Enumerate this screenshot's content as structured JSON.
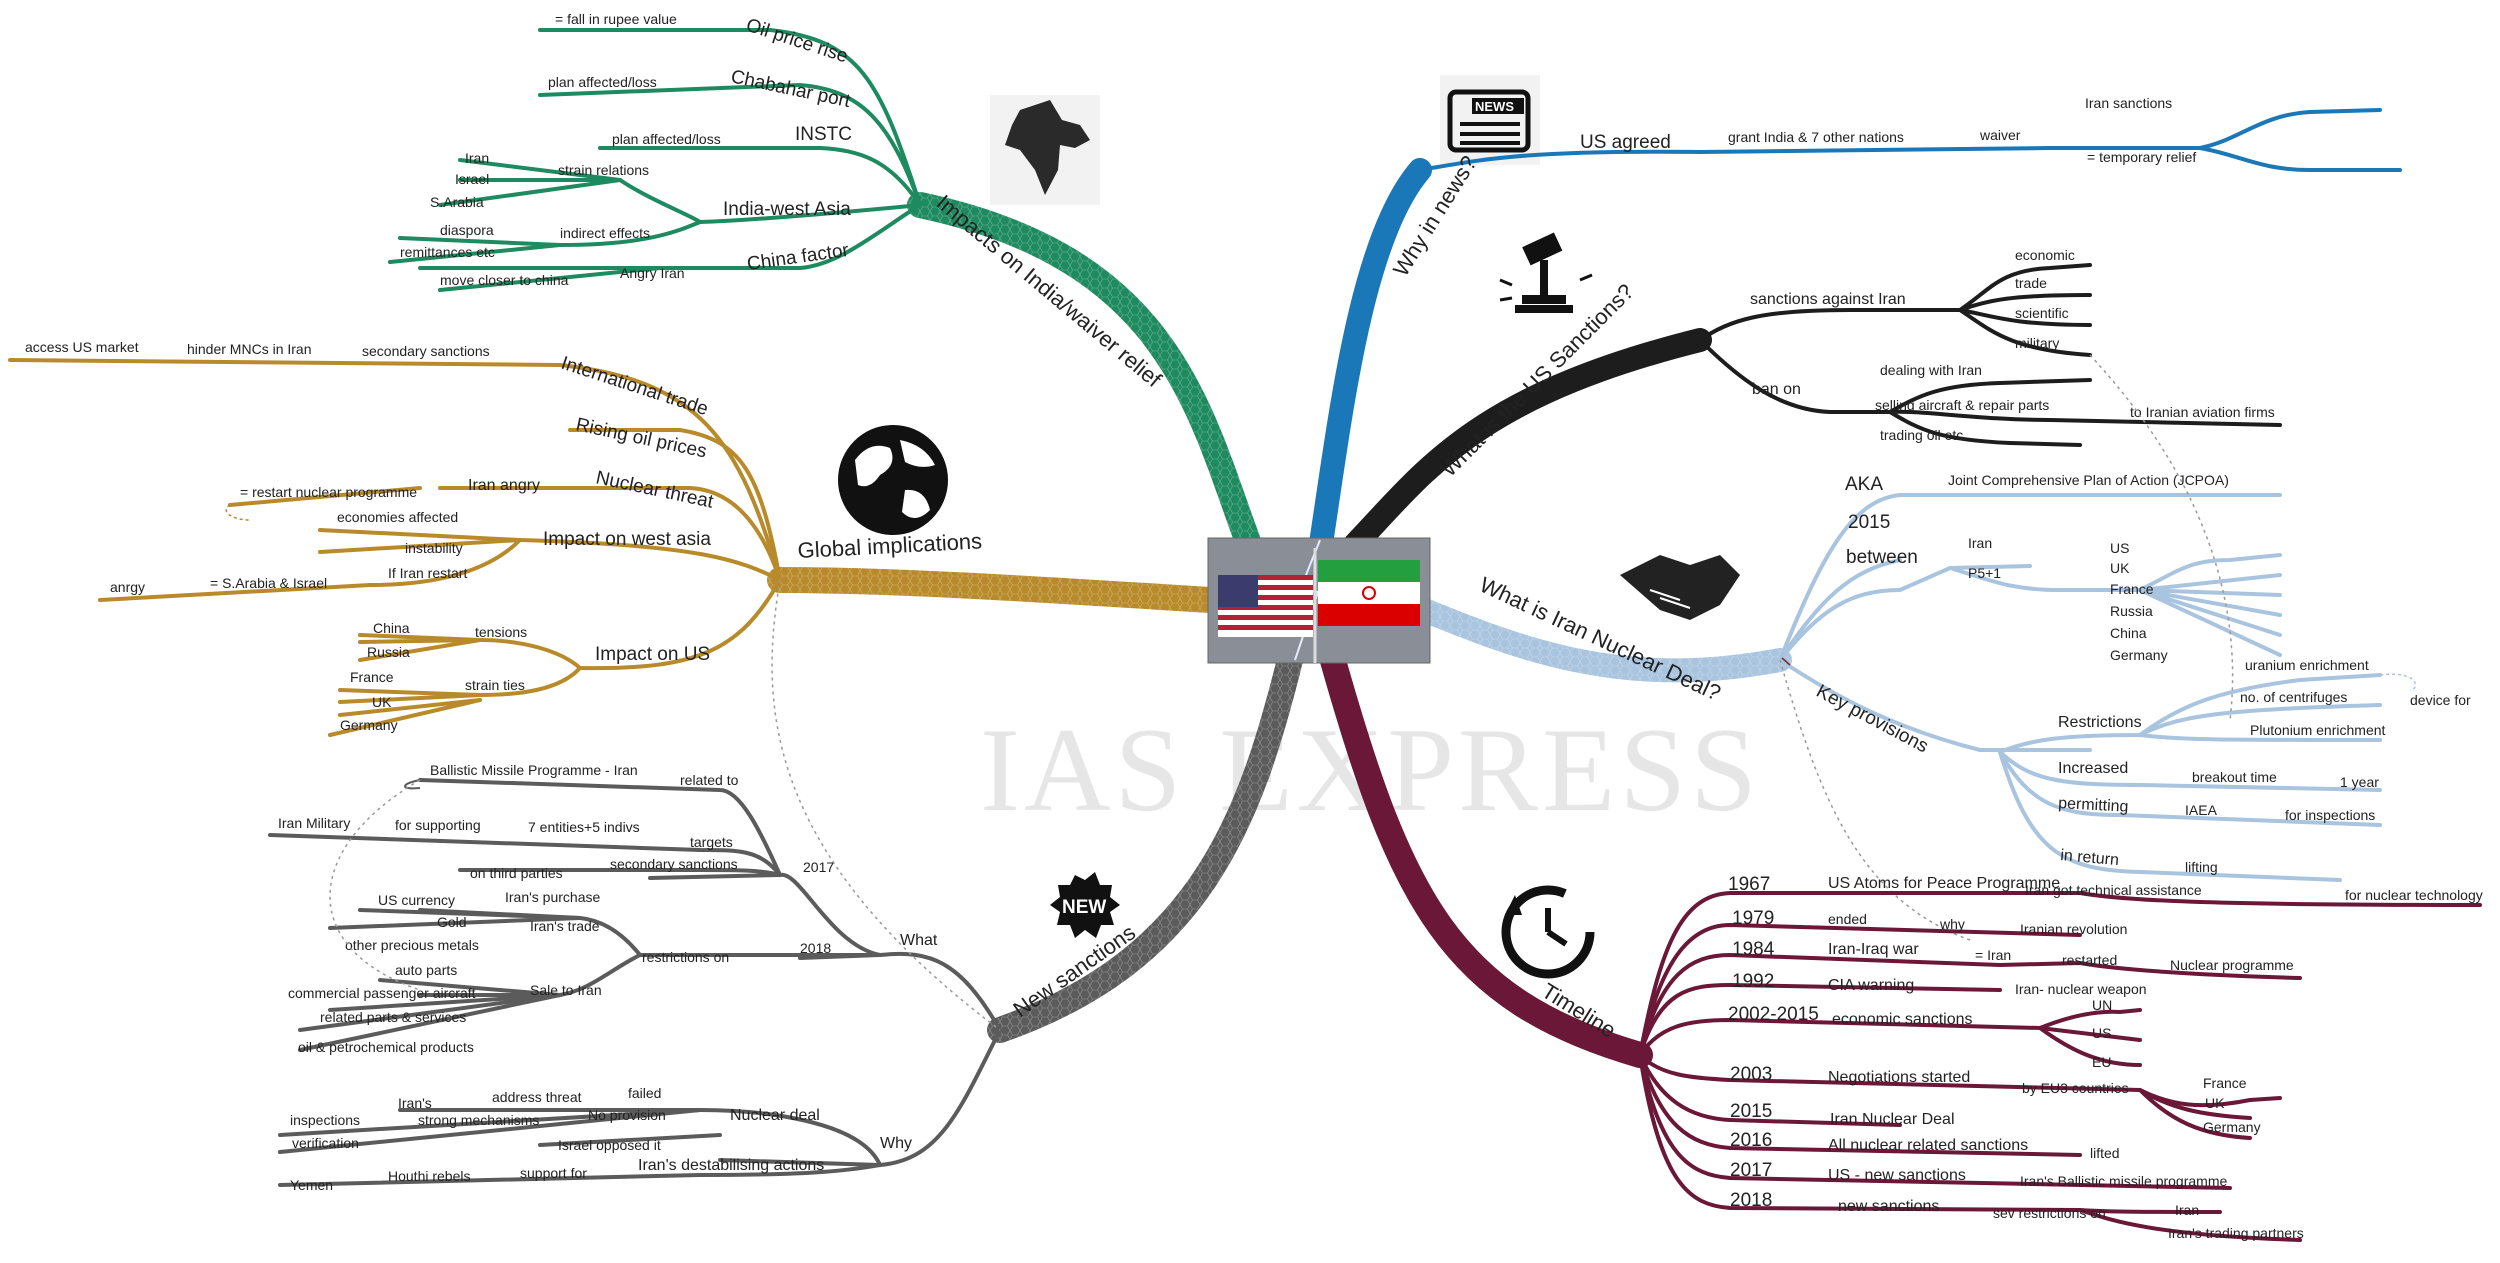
{
  "watermark": "IAS EXPRESS",
  "colors": {
    "india": "#1e8a5f",
    "news": "#1a78b8",
    "sanctions": "#1d1d1d",
    "deal": "#a9c4df",
    "timeline": "#6b1838",
    "new_sanctions": "#5b5b5b",
    "global": "#b88a2a"
  },
  "icons": {
    "india": "india-map-icon",
    "news": "newspaper-icon",
    "sanctions": "gavel-icon",
    "deal": "handshake-icon",
    "timeline": "clock-icon",
    "new_sanctions": "new-badge-icon",
    "global": "globe-icon",
    "center": "us-iran-flags-image"
  },
  "new_badge": "NEW",
  "news_badge": "NEWS",
  "india": {
    "title": "Impacts on India/waiver relief",
    "oil": "Oil price rise",
    "oil_1": "= fall in rupee value",
    "chabahar": "Chabahar port",
    "chabahar_1": "plan affected/loss",
    "instc": "INSTC",
    "instc_1": "plan affected/loss",
    "wasia": "India-west Asia",
    "strain": "strain relations",
    "iran": "Iran",
    "israel": "Israel",
    "saudi": "S.Arabia",
    "indirect": "indirect effects",
    "diaspora": "diaspora",
    "remit": "remittances etc",
    "china": "China factor",
    "angry": "Angry Iran",
    "closer": "move closer to china"
  },
  "global": {
    "title": "Global implications",
    "intl": "International trade",
    "secondary": "secondary sanctions",
    "hinder": "hinder MNCs in Iran",
    "access": "access US market",
    "rising": "Rising oil prices",
    "nuclear": "Nuclear threat",
    "iran_angry": "Iran angry",
    "restart": "= restart nuclear programme",
    "west": "Impact on west asia",
    "econ": "economies affected",
    "instab": "instability",
    "ifiran": "If Iran restart",
    "saudi": "= S.Arabia & Israel",
    "angry": "anrgy",
    "us": "Impact on US",
    "tensions": "tensions",
    "china": "China",
    "russia": "Russia",
    "strain": "strain ties",
    "france": "France",
    "uk": "UK",
    "germany": "Germany"
  },
  "newsan": {
    "title": "New sanctions",
    "what": "What",
    "y2017": "2017",
    "related": "related to",
    "ballistic": "Ballistic Missile Programme - Iran",
    "targets": "targets",
    "entities": "7 entities+5 indivs",
    "supporting": "for supporting",
    "military": "Iran Military",
    "secondary": "secondary sanctions",
    "third": "on third parties",
    "y2018": "2018",
    "restrict": "restrictions on",
    "purchase": "Iran's purchase",
    "usd": "US currency",
    "trade": "Iran's trade",
    "gold": "Gold",
    "metals": "other precious metals",
    "sale": "Sale to Iran",
    "auto": "auto parts",
    "aircraft": "commercial passenger aircraft",
    "parts": "related parts & services",
    "oil": "oil & petrochemical products",
    "why": "Why",
    "deal": "Nuclear deal",
    "failed": "failed",
    "address": "address threat",
    "irans": "Iran's",
    "noprov": "No provision",
    "strong": "strong mechanisms",
    "insp": "inspections",
    "verif": "verification",
    "israel": "Israel opposed it",
    "destab": "Iran's destabilising actions",
    "support": "support for",
    "houthi": "Houthi rebels",
    "yemen": "Yemen"
  },
  "news": {
    "title": "Why in news?",
    "agreed": "US agreed",
    "grant": "grant India & 7 other nations",
    "waiver": "waiver",
    "iran_s": "Iran sanctions",
    "temp": "= temporary relief"
  },
  "sanc": {
    "title": "What is the US Sanctions?",
    "against": "sanctions against Iran",
    "economic": "economic",
    "trade": "trade",
    "scientific": "scientific",
    "military": "military",
    "ban": "ban on",
    "dealing": "dealing with Iran",
    "selling": "selling aircraft & repair parts",
    "aviation": "to Iranian aviation firms",
    "oil": "trading oil etc."
  },
  "deal": {
    "title": "What is Iran Nuclear Deal?",
    "aka": "AKA",
    "jcpoa": "Joint Comprehensive Plan of Action (JCPOA)",
    "y2015": "2015",
    "between": "between",
    "iran": "Iran",
    "p51": "P5+1",
    "us": "US",
    "uk": "UK",
    "france": "France",
    "russia": "Russia",
    "china": "China",
    "germany": "Germany",
    "key": "Key provisions",
    "restr": "Restrictions",
    "uranium": "uranium enrichment",
    "centri": "no. of centrifuges",
    "device": "device for",
    "pluton": "Plutonium enrichment",
    "increased": "Increased",
    "breakout": "breakout time",
    "year": "1 year",
    "permitting": "permitting",
    "iaea": "IAEA",
    "insp": "for inspections",
    "inreturn": "in return",
    "lifting": "lifting"
  },
  "tl": {
    "title": "Timeline",
    "y1967": "1967",
    "e1967": "US Atoms for Peace Programme",
    "t1967": "Iran got technical assistance",
    "n1967": "for nuclear technology",
    "y1979": "1979",
    "e1979": "ended",
    "why": "why",
    "rev": "Iranian revolution",
    "y1984": "1984",
    "e1984": "Iran-Iraq war",
    "eqiran": "= Iran",
    "restarted": "restarted",
    "nucprog": "Nuclear programme",
    "y1992": "1992",
    "e1992": "CIA warning",
    "weapon": "Iran- nuclear weapon",
    "y2002": "2002-2015",
    "e2002": "economic sanctions",
    "un": "UN",
    "us": "US",
    "eu": "EU",
    "y2003": "2003",
    "e2003": "Negotiations started",
    "eu3": "by EU3 countries",
    "france": "France",
    "uk": "UK",
    "germany": "Germany",
    "y2015": "2015",
    "e2015": "Iran Nuclear Deal",
    "y2016": "2016",
    "e2016": "All nuclear related sanctions",
    "lifted": "lifted",
    "y2017": "2017",
    "e2017": "US - new sanctions",
    "ballistic": "Iran's Ballistic missile programme",
    "y2018": "2018",
    "e2018": "new sanctions",
    "sev": "sev restrictions on",
    "iran": "Iran",
    "partners": "Iran's trading partners"
  }
}
